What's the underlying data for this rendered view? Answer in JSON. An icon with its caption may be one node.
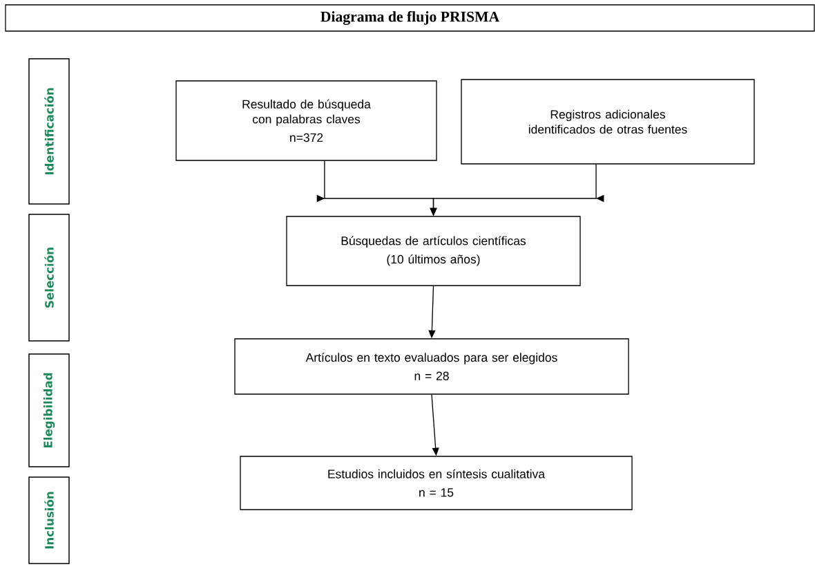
{
  "diagram": {
    "title": "Diagrama de flujo PRISMA",
    "nodes": [
      {
        "text": [
          "Identificación"
        ]
      },
      {
        "text": [
          "Selección"
        ]
      },
      {
        "text": [
          "Elegibilidad"
        ]
      },
      {
        "text": [
          "Inclusión"
        ]
      },
      {
        "text": [
          "Resultado de búsqueda con palabras claves",
          "n=372"
        ]
      },
      {
        "text": [
          "Registros adicionales identificados de otras fuentes"
        ]
      },
      {
        "text": [
          "Búsquedas de artículos científicas",
          "(10 últimos años)"
        ]
      },
      {
        "text": [
          "Artículos en texto evaluados para ser elegidos",
          "n = 28"
        ]
      },
      {
        "text": [
          "Estudios incluidos en síntesis cualitativa",
          "n = 15"
        ]
      }
    ],
    "edges": [
      {
        "from": 4,
        "to": 6,
        "arrow": "to"
      },
      {
        "from": 5,
        "to": 6,
        "arrow": "to"
      },
      {
        "from": 6,
        "to": 7,
        "arrow": "to"
      },
      {
        "from": 7,
        "to": 8,
        "arrow": "to"
      }
    ]
  }
}
